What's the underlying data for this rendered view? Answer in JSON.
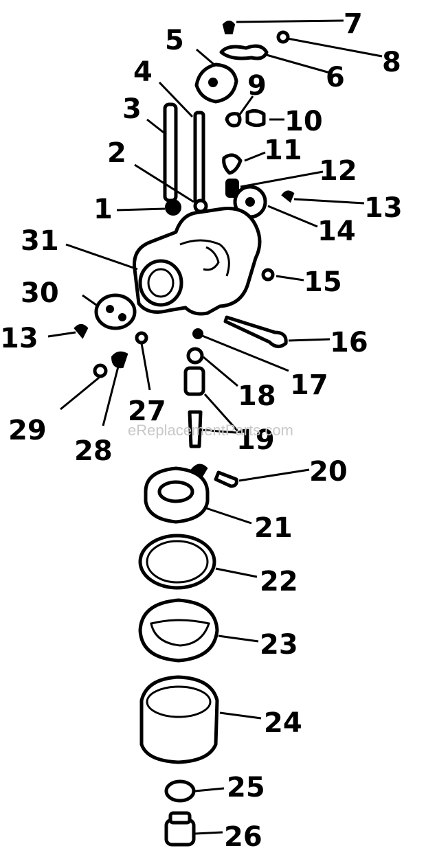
{
  "watermark": "eReplacementParts.com",
  "callouts": [
    {
      "id": "c1",
      "label": "1"
    },
    {
      "id": "c2",
      "label": "2"
    },
    {
      "id": "c3",
      "label": "3"
    },
    {
      "id": "c4",
      "label": "4"
    },
    {
      "id": "c5",
      "label": "5"
    },
    {
      "id": "c6",
      "label": "6"
    },
    {
      "id": "c7",
      "label": "7"
    },
    {
      "id": "c8",
      "label": "8"
    },
    {
      "id": "c9",
      "label": "9"
    },
    {
      "id": "c10",
      "label": "10"
    },
    {
      "id": "c11",
      "label": "11"
    },
    {
      "id": "c12",
      "label": "12"
    },
    {
      "id": "c13a",
      "label": "13"
    },
    {
      "id": "c14",
      "label": "14"
    },
    {
      "id": "c15",
      "label": "15"
    },
    {
      "id": "c16",
      "label": "16"
    },
    {
      "id": "c17",
      "label": "17"
    },
    {
      "id": "c18",
      "label": "18"
    },
    {
      "id": "c19",
      "label": "19"
    },
    {
      "id": "c20",
      "label": "20"
    },
    {
      "id": "c21",
      "label": "21"
    },
    {
      "id": "c22",
      "label": "22"
    },
    {
      "id": "c23",
      "label": "23"
    },
    {
      "id": "c24",
      "label": "24"
    },
    {
      "id": "c25",
      "label": "25"
    },
    {
      "id": "c26",
      "label": "26"
    },
    {
      "id": "c27",
      "label": "27"
    },
    {
      "id": "c28",
      "label": "28"
    },
    {
      "id": "c29",
      "label": "29"
    },
    {
      "id": "c30",
      "label": "30"
    },
    {
      "id": "c31",
      "label": "31"
    },
    {
      "id": "c13b",
      "label": "13"
    }
  ]
}
